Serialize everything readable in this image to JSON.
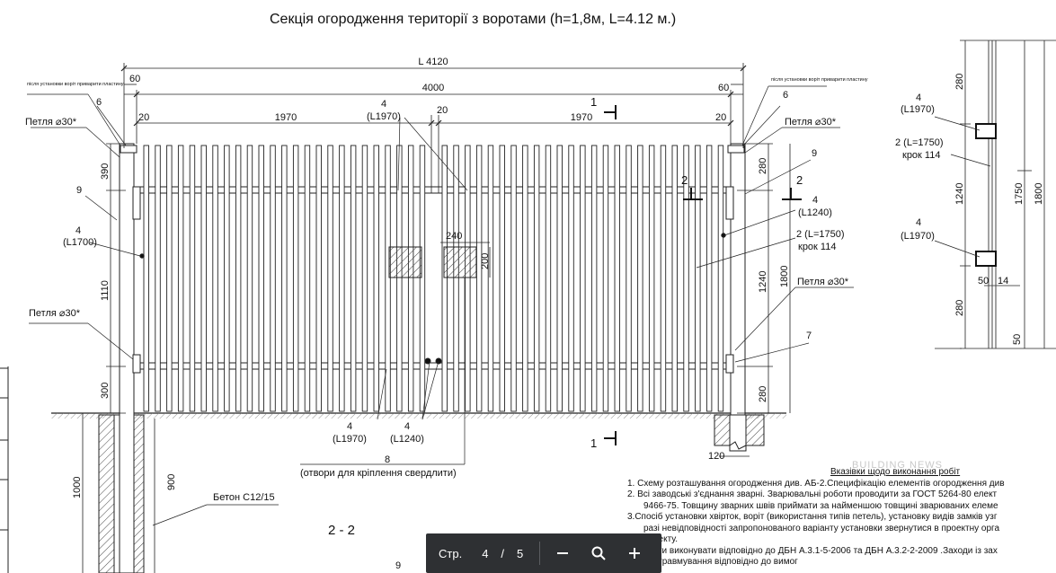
{
  "title": "Секція огородження території з воротами  (h=1,8м, L=4.12 м.)",
  "dims": {
    "overall": "L 4120",
    "inner": "4000",
    "left_60": "60",
    "right_60": "60",
    "leaf_left": "1970",
    "leaf_right": "1970",
    "gap_20_a": "20",
    "gap_20_b": "20",
    "gap_20_c": "20",
    "left_390": "390",
    "left_1110": "1110",
    "left_300": "300",
    "left_1000": "1000",
    "left_900": "900",
    "right_280_top": "280",
    "right_1240": "1240",
    "right_1800": "1800",
    "right_280_bot": "280",
    "right_120": "120",
    "hole_240": "240",
    "hole_200": "200"
  },
  "labels": {
    "note_top_left": "після установки воріт приварити пластину",
    "note_top_right": "після установки воріт приварити пластину",
    "six_left": "6",
    "six_right": "6",
    "hinge_tl": "Петля ⌀30*",
    "hinge_tr": "Петля ⌀30*",
    "hinge_bl": "Петля ⌀30*",
    "hinge_br": "Петля ⌀30*",
    "c4_l1970_top": "4",
    "l1970_top": "(L1970)",
    "nine_left": "9",
    "nine_right": "9",
    "c4_l1700": "4",
    "l1700": "(L1700)",
    "c4_l1240": "4",
    "l1240": "(L1240)",
    "two_l1750": "2 (L=1750)",
    "krok_114": "крок 114",
    "seven": "7",
    "c4_bot_a": "4",
    "l1970_bot": "(L1970)",
    "c4_bot_b": "4",
    "l1240_bot": "(L1240)",
    "eight": "8",
    "holes_note": "(отвори для кріплення свердлити)",
    "beton": "Бетон С12/15",
    "section_1_top": "1",
    "section_1_bot": "1",
    "section_2_left": "2",
    "section_2_right": "2",
    "section_22": "2 - 2",
    "nine_bottom": "9"
  },
  "side": {
    "c4_top": "4",
    "l1970_top": "(L1970)",
    "two_l1750": "2 (L=1750)",
    "krok_114": "крок 114",
    "c4_bot": "4",
    "l1970_bot": "(L1970)",
    "d280_top": "280",
    "d1240": "1240",
    "d1750": "1750",
    "d1800": "1800",
    "d280_bot": "280",
    "d50_a": "50",
    "d14": "14",
    "d50_b": "50"
  },
  "notes": {
    "heading": "Вказівки щодо виконання робіт",
    "n1": "1. Схему розташування огородження див. АБ-2.Специфікацію елементів огородження див",
    "n2": "2. Всі заводські з'єднання зварні. Зварювальні роботи проводити за ГОСТ 5264-80 елект",
    "n2b": "9466-75. Товщину зварних швів приймати за найменшою товщині зварюваних елеме",
    "n3": "3.Спосіб установки хвірток, воріт (використання типів петель), установку видів замків узг",
    "n3b": "разі невідповідності запропонованого варіанту установки звернутися в проектну орга",
    "n3c": "проекту.",
    "n4": "4. Роботи виконувати відповідно до ДБН А.3.1-5-2006 та ДБН А.3.2-2-2009 .Заходи із зах",
    "n4b": "від травмування відповідно до вимог"
  },
  "pager": {
    "label": "Стр.",
    "current": "4",
    "separator": "/",
    "total": "5"
  },
  "watermark": "BUILDING NEWS"
}
